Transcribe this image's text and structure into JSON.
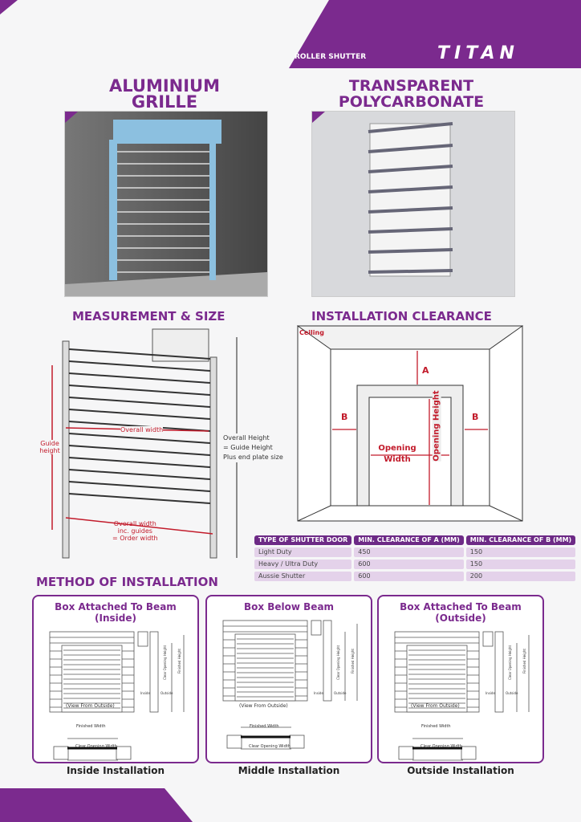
{
  "header": {
    "section": "ROLLER SHUTTER",
    "brand": "TITAN",
    "accent": "#7b2a8e"
  },
  "products": [
    {
      "title_line1": "ALUMINIUM",
      "title_line2": "GRILLE"
    },
    {
      "title_line1": "TRANSPARENT",
      "title_line2": "POLYCARBONATE"
    }
  ],
  "measurement": {
    "title": "MEASUREMENT & SIZE",
    "guide_height": "Guide height",
    "overall_width": "Overall width",
    "overall_height": "Overall Height\n= Guide Height\nPlus end plate size",
    "order_width": "Overall width\ninc. guides\n= Order width"
  },
  "clearance": {
    "title": "INSTALLATION CLEARANCE",
    "ceiling": "Ceiling",
    "a": "A",
    "b": "B",
    "opening_height": "Opening Height",
    "opening_width": "Opening Width",
    "table": {
      "headers": [
        "TYPE OF SHUTTER DOOR",
        "MIN. CLEARANCE OF A (MM)",
        "MIN. CLEARANCE OF B (MM)"
      ],
      "rows": [
        [
          "Light Duty",
          "450",
          "150"
        ],
        [
          "Heavy / Ultra Duty",
          "600",
          "150"
        ],
        [
          "Aussie Shutter",
          "600",
          "200"
        ]
      ]
    }
  },
  "method": {
    "title": "METHOD OF INSTALLATION",
    "boxes": [
      {
        "title": "Box Attached To Beam (Inside)",
        "caption": "Inside Installation"
      },
      {
        "title": "Box Below Beam",
        "caption": "Middle Installation"
      },
      {
        "title": "Box Attached To Beam (Outside)",
        "caption": "Outside Installation"
      }
    ],
    "labels": {
      "view": "(View From Outside)",
      "finished_width": "Finished Width",
      "clear_width": "Clear Opening Width",
      "inside": "Inside",
      "outside": "Outside",
      "clear_height": "Clear Opening Height",
      "finished_height": "Finished Height"
    }
  }
}
